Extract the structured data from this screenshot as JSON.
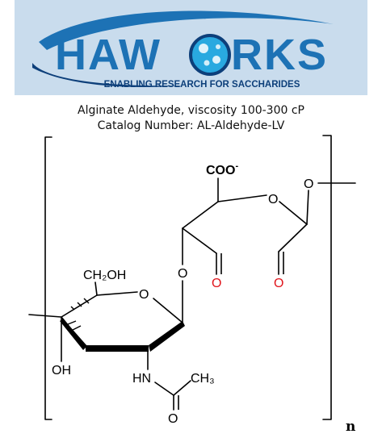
{
  "logo": {
    "wordmark_left": "HAW",
    "wordmark_right": "RKS",
    "tagline": "ENABLING RESEARCH FOR SACCHARIDES",
    "colors": {
      "banner": "#c9dced",
      "primary": "#1d72b5",
      "dark": "#0d3f7a",
      "accent": "#29a9e0"
    }
  },
  "caption": {
    "title": "Alginate Aldehyde, viscosity 100-300 cP",
    "catalog": "Catalog Number: AL-Aldehyde-LV"
  },
  "structure": {
    "labels": {
      "coo": "COO",
      "coo_charge": "-",
      "ch2oh": "CH₂OH",
      "oh": "OH",
      "hn": "HN",
      "ch3": "CH₃",
      "o": "O",
      "repeat": "n"
    },
    "colors": {
      "bond": "#000000",
      "aldehyde_oxygen": "#e0141b"
    }
  }
}
